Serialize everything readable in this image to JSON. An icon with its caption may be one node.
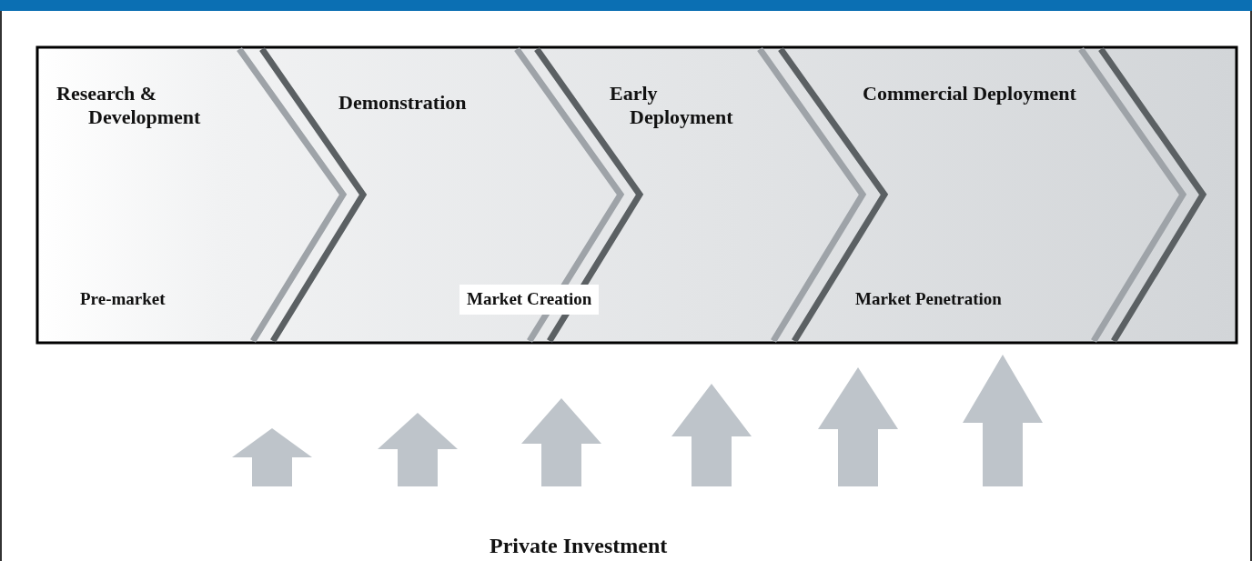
{
  "diagram": {
    "labels": [
      "Research & Development",
      "Demonstration",
      "Early Deployment",
      "Commercial Deployment",
      "Pre-market",
      "Market Creation",
      "Market Penetration",
      "Private Investment"
    ]
  }
}
